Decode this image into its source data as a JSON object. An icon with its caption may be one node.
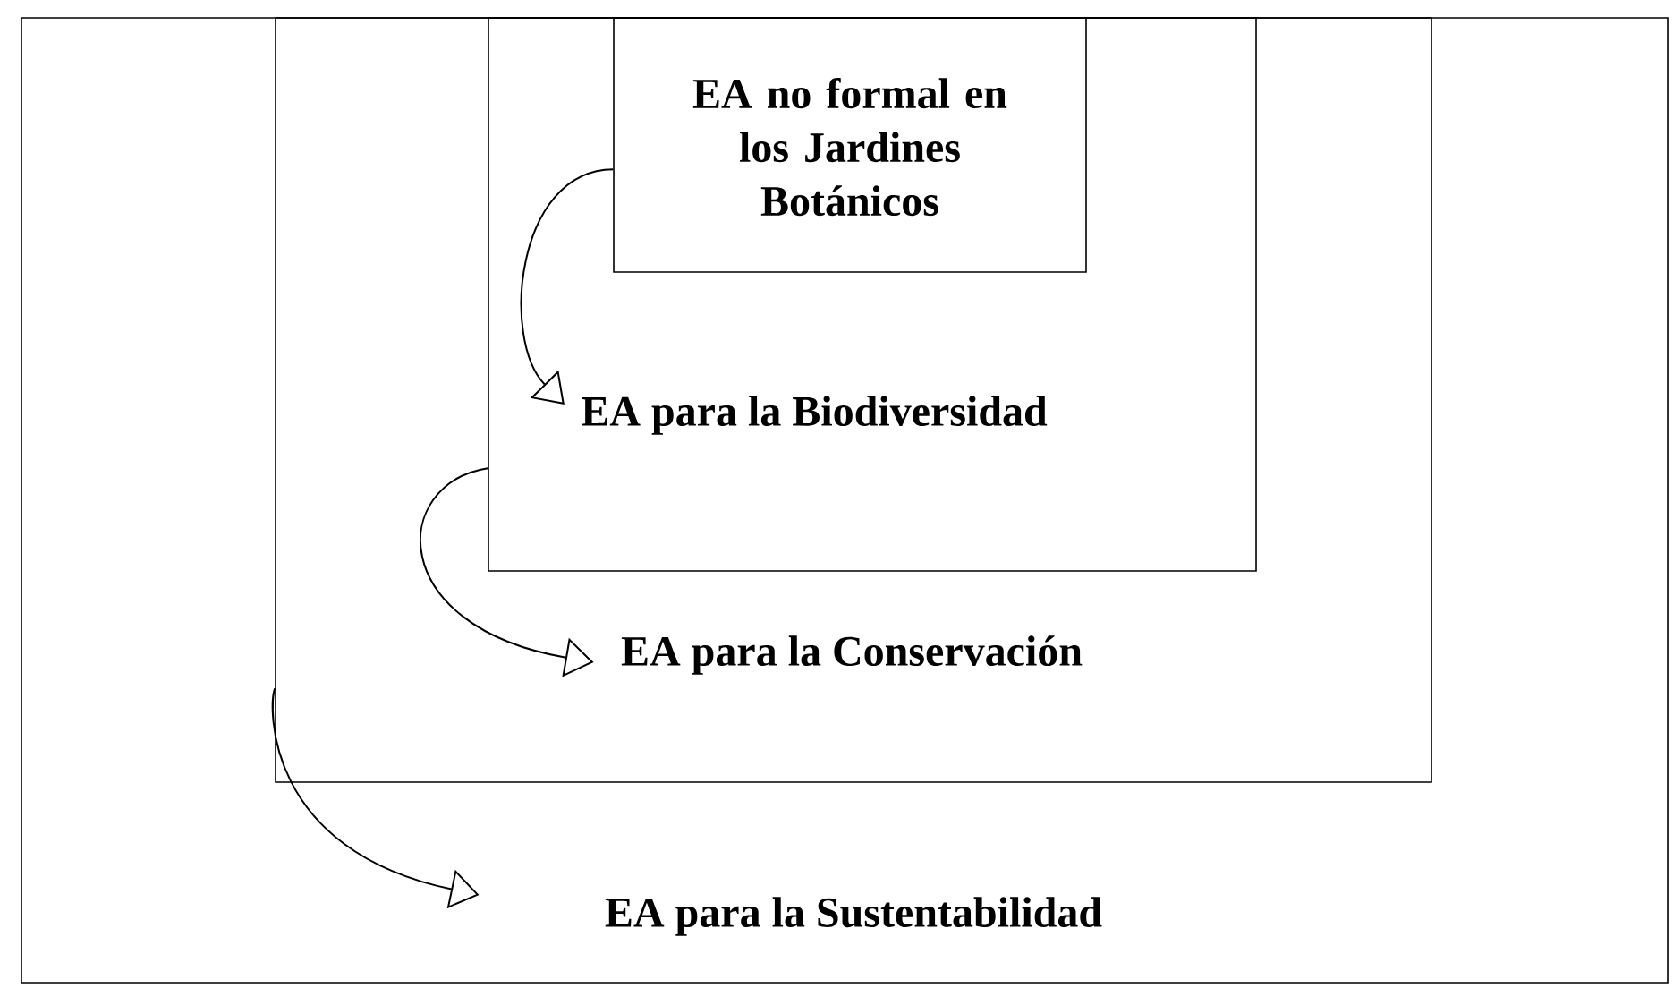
{
  "diagram": {
    "nodes": [
      {
        "text": [
          "EA para la Sustentabilidad"
        ]
      },
      {
        "text": [
          "EA para la Conservación"
        ],
        "in": 0
      },
      {
        "text": [
          "EA para la Biodiversidad"
        ],
        "in": 1
      },
      {
        "text": [
          "EA no formal en los Jardines Botánicos"
        ],
        "in": 2
      }
    ],
    "edges": [
      {
        "from": 3,
        "to": 2,
        "arrow": "to"
      },
      {
        "from": 2,
        "to": 1,
        "arrow": "to"
      },
      {
        "from": 1,
        "to": 0,
        "arrow": "to"
      }
    ]
  }
}
